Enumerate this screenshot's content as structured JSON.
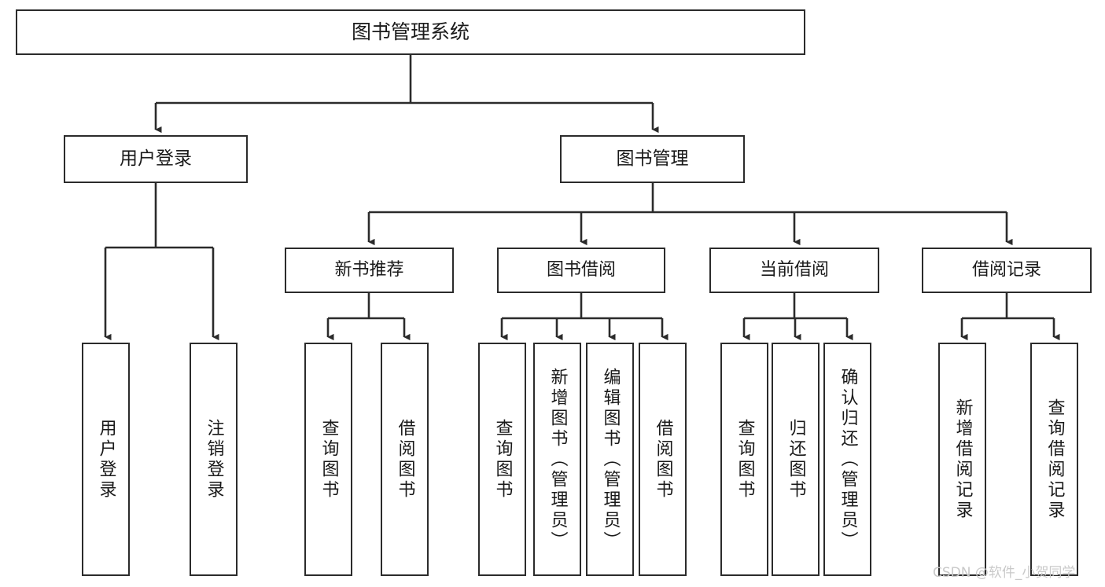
{
  "diagram": {
    "type": "hierarchy-tree",
    "title": "图书管理系统",
    "root": {
      "label": "图书管理系统"
    },
    "level1": [
      {
        "label": "用户登录"
      },
      {
        "label": "图书管理"
      }
    ],
    "level2": [
      {
        "label": "新书推荐"
      },
      {
        "label": "图书借阅"
      },
      {
        "label": "当前借阅"
      },
      {
        "label": "借阅记录"
      }
    ],
    "leaves": [
      {
        "label": "用户登录",
        "parent": "用户登录"
      },
      {
        "label": "注销登录",
        "parent": "用户登录"
      },
      {
        "label": "查询图书",
        "parent": "新书推荐"
      },
      {
        "label": "借阅图书",
        "parent": "新书推荐"
      },
      {
        "label": "查询图书",
        "parent": "图书借阅"
      },
      {
        "label": "新增图书（管理员）",
        "parent": "图书借阅"
      },
      {
        "label": "编辑图书（管理员）",
        "parent": "图书借阅"
      },
      {
        "label": "借阅图书",
        "parent": "图书借阅"
      },
      {
        "label": "查询图书",
        "parent": "当前借阅"
      },
      {
        "label": "归还图书",
        "parent": "当前借阅"
      },
      {
        "label": "确认归还（管理员）",
        "parent": "当前借阅"
      },
      {
        "label": "新增借阅记录",
        "parent": "借阅记录"
      },
      {
        "label": "查询借阅记录",
        "parent": "借阅记录"
      }
    ],
    "colors": {
      "stroke": "#2b2b2b",
      "fill": "#ffffff",
      "text": "#1a1a1a",
      "watermark": "#c9c9c9"
    }
  },
  "watermark": {
    "text": "CSDN @软件_小贺同学"
  }
}
